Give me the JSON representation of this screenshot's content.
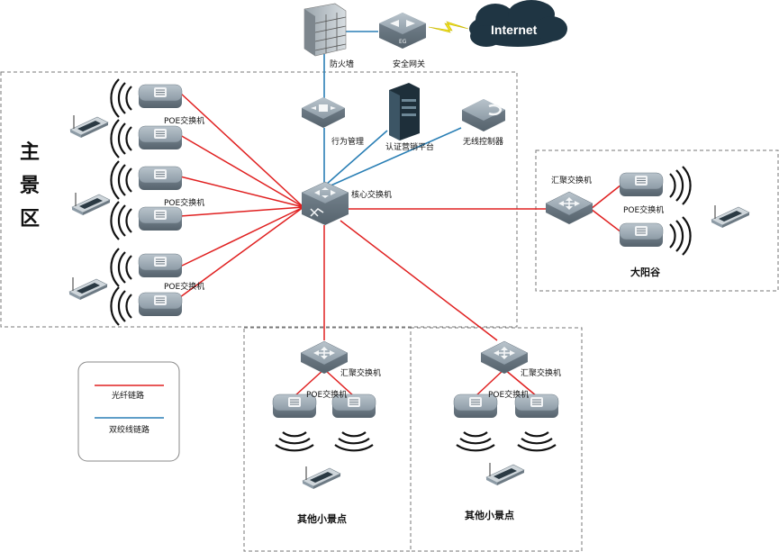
{
  "title_main_area": [
    "主",
    "景",
    "区"
  ],
  "labels": {
    "internet": "Internet",
    "firewall": "防火墙",
    "gateway": "安全网关",
    "behavior_mgmt": "行为管理",
    "auth_platform": "认证营销平台",
    "wireless_controller": "无线控制器",
    "core_switch": "核心交换机",
    "poe_switch": "POE交换机",
    "agg_switch": "汇聚交换机",
    "dayanggu": "大阳谷",
    "other_spot": "其他小景点",
    "gateway_badge": "EG"
  },
  "legend": {
    "fiber": "光纤链路",
    "twisted_pair": "双绞线链路"
  },
  "colors": {
    "fiber": "#e02020",
    "twisted_pair": "#2a7fb5",
    "device": "#8d9ba6",
    "device_dark": "#5d6b76",
    "cloud": "#1f3543",
    "lightning": "#f0e020"
  },
  "icons": {
    "firewall": "firewall-icon",
    "gateway": "gateway-icon",
    "cloud": "cloud-icon",
    "switch": "switch-icon",
    "server": "server-icon",
    "ap": "access-point-icon",
    "wifi": "wifi-waves-icon"
  }
}
